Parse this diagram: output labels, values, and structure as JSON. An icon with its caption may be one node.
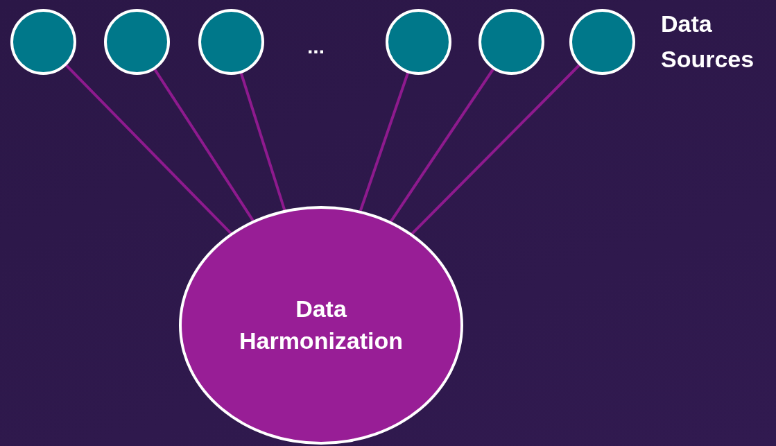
{
  "diagram": {
    "nodes": [
      {
        "text": [],
        "shape": "circle"
      },
      {
        "text": [],
        "shape": "circle"
      },
      {
        "text": [],
        "shape": "circle"
      },
      {
        "text": [],
        "shape": "circle"
      },
      {
        "text": [],
        "shape": "circle"
      },
      {
        "text": [],
        "shape": "circle"
      },
      {
        "text": [
          "Data Harmonization"
        ]
      }
    ],
    "edges": [
      {
        "from": 0,
        "to": 6,
        "arrow": "none"
      },
      {
        "from": 1,
        "to": 6,
        "arrow": "none"
      },
      {
        "from": 2,
        "to": 6,
        "arrow": "none"
      },
      {
        "from": 3,
        "to": 6,
        "arrow": "none"
      },
      {
        "from": 4,
        "to": 6,
        "arrow": "none"
      },
      {
        "from": 5,
        "to": 6,
        "arrow": "none"
      }
    ],
    "labels": [
      "...",
      "Data Sources"
    ]
  }
}
